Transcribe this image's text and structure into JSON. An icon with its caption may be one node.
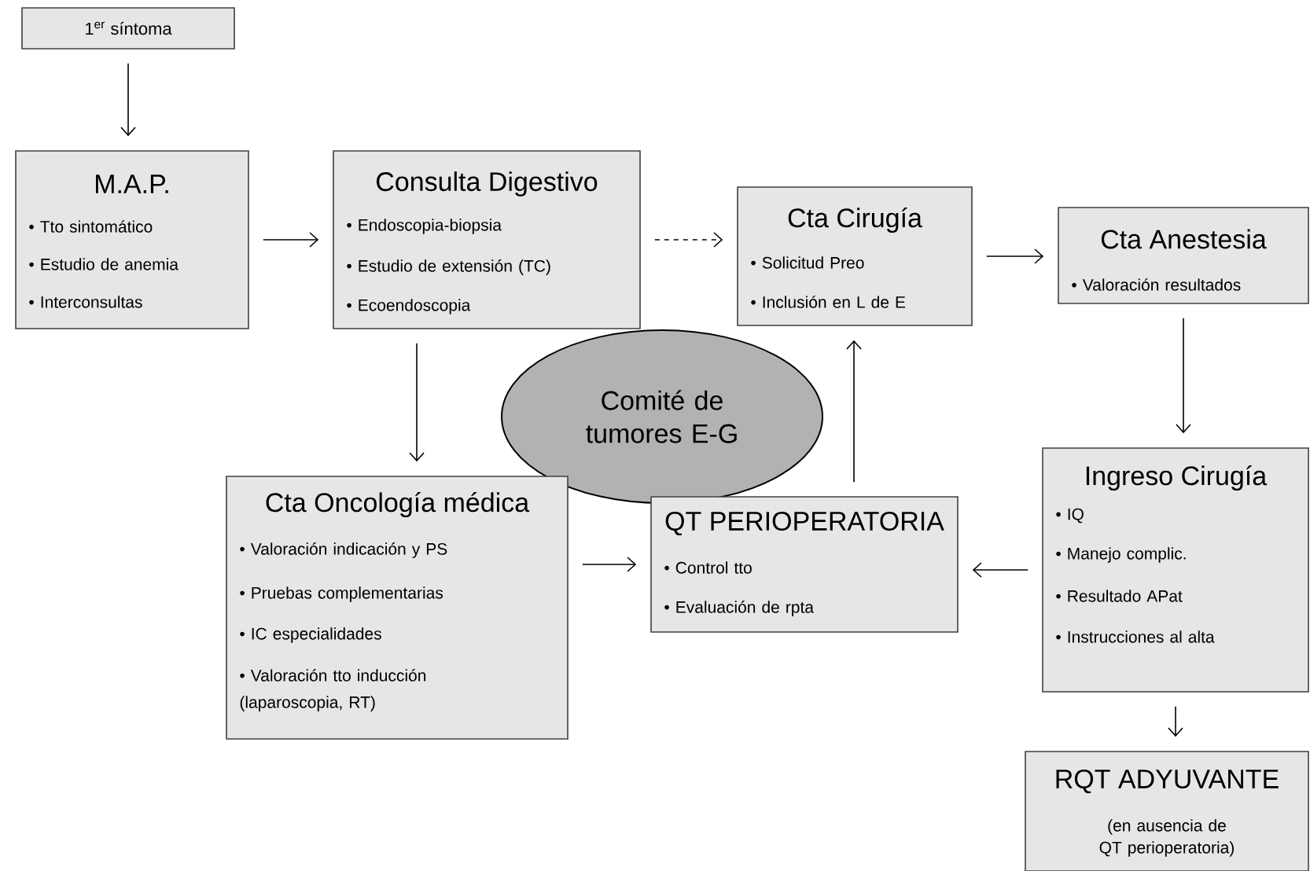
{
  "diagram": {
    "nodes": [
      {
        "text": [
          "1$^{er}$ síntoma"
        ]
      },
      {
        "text": [
          "M.A.P.",
          "• Tto sintomático",
          "• Estudio de anemia",
          "• Interconsultas"
        ]
      },
      {
        "text": [
          "Consulta Digestivo",
          "• Endoscopia-biopsia",
          "• Estudio de extensión (TC)",
          "• Ecoendoscopia"
        ]
      },
      {
        "text": [
          "Cta Cirugía",
          "• Solicitud Preo",
          "• Inclusión en L de E"
        ]
      },
      {
        "text": [
          "Cta Anestesia",
          "• Valoración resultados"
        ]
      },
      {
        "text": [
          "Comité de tumores E-G"
        ]
      },
      {
        "text": [
          "Cta Oncología médica",
          "• Valoración indicación y PS",
          "• Pruebas complementarias",
          "• IC especialidades",
          "• Valoración tto inducción (laparoscopia, RT)"
        ]
      },
      {
        "text": [
          "QT PERIOPERATORIA",
          "• Control tto",
          "• Evaluación de rpta"
        ]
      },
      {
        "text": [
          "Ingreso Cirugía",
          "• IQ",
          "• Manejo complic.",
          "• Resultado APat",
          "• Instrucciones al alta"
        ]
      },
      {
        "text": [
          "RQT ADYUVANTE",
          "(en ausencia de QT perioperatoria)"
        ]
      }
    ],
    "edges": [
      {
        "from": 0,
        "to": 1,
        "arrow": "to"
      },
      {
        "from": 1,
        "to": 2,
        "arrow": "to"
      },
      {
        "from": 2,
        "to": 3,
        "arrow": "to",
        "style": "dashed"
      },
      {
        "from": 3,
        "to": 4,
        "arrow": "to"
      },
      {
        "from": 4,
        "to": 8,
        "arrow": "to"
      },
      {
        "from": 2,
        "to": 6,
        "arrow": "to"
      },
      {
        "from": 6,
        "to": 7,
        "arrow": "to"
      },
      {
        "from": 8,
        "to": 7,
        "arrow": "to"
      },
      {
        "from": 7,
        "to": 3,
        "arrow": "to"
      },
      {
        "from": 8,
        "to": 9,
        "arrow": "to"
      }
    ]
  }
}
